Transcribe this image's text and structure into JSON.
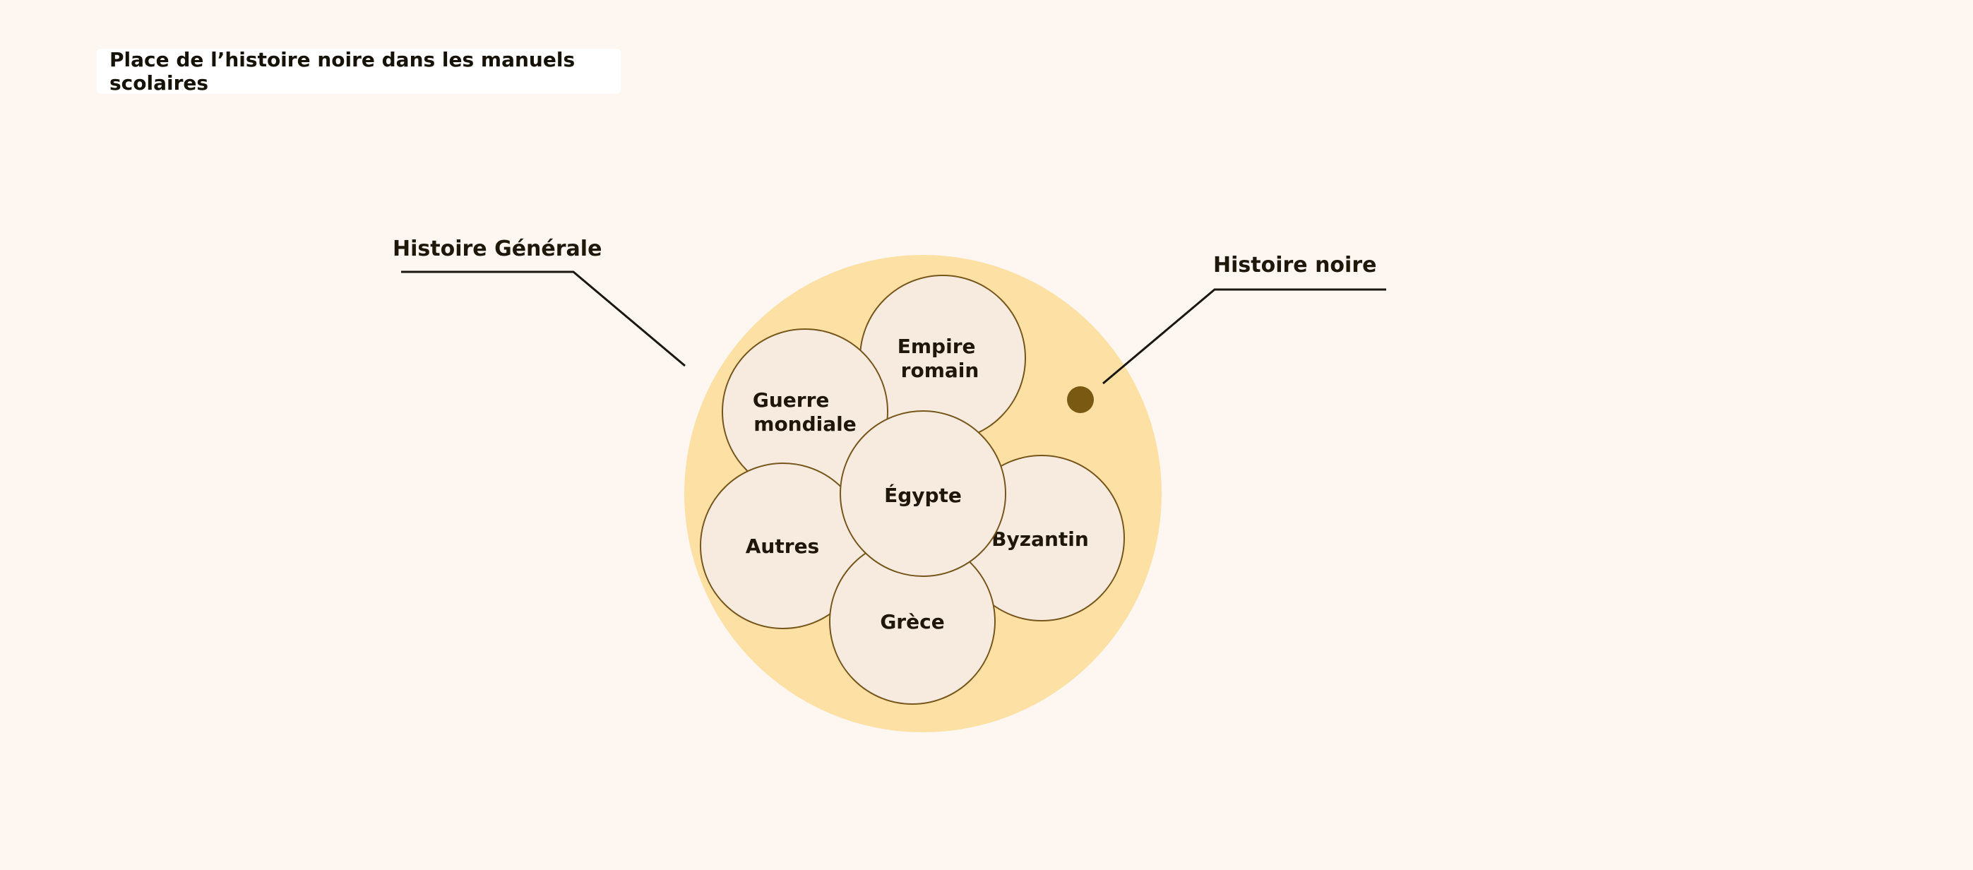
{
  "title": "Place de l’histoire noire dans les manuels scolaires",
  "callouts": {
    "general": "Histoire Générale",
    "black": "Histoire noire"
  },
  "circles": {
    "empire": [
      "Empire",
      "romain"
    ],
    "guerre": [
      "Guerre",
      "mondiale"
    ],
    "egypte": [
      "Égypte"
    ],
    "autres": [
      "Autres"
    ],
    "byzantin": [
      "Byzantin"
    ],
    "grece": [
      "Grèce"
    ]
  },
  "colors": {
    "background": "#fdf6f1",
    "outer_circle": "#fde0a3",
    "inner_circle": "#f7ebe0",
    "inner_stroke": "#76561b",
    "dot": "#7a5a12",
    "text": "#1f1709",
    "leader_line": "#1a1610"
  }
}
